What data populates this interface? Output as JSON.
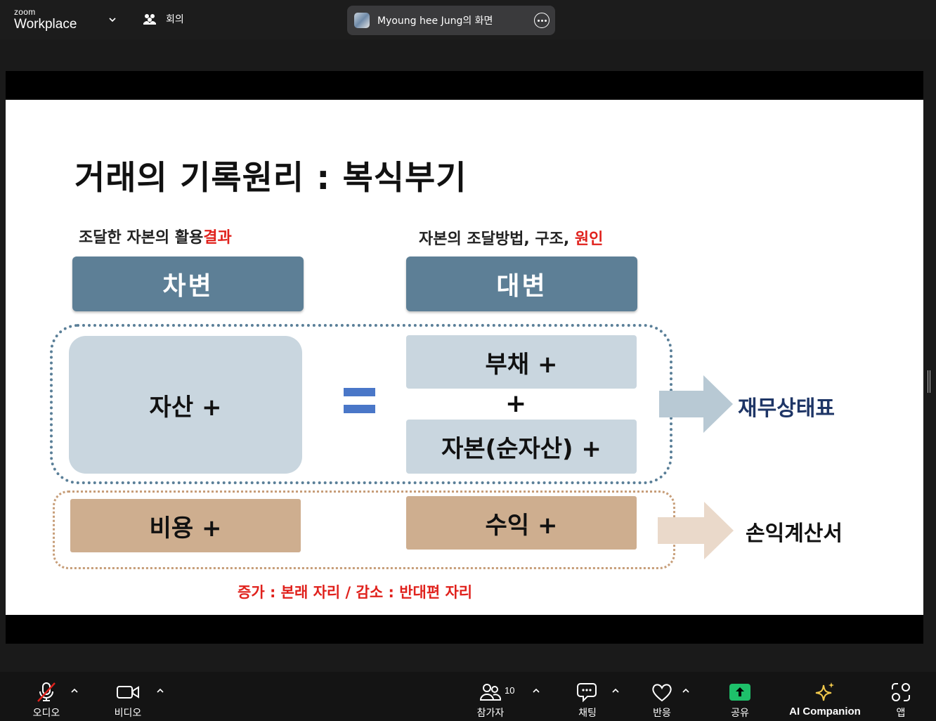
{
  "header": {
    "logo_small": "zoom",
    "logo_big": "Workplace",
    "meeting_label": "회의",
    "share_title": "Myoung hee Jung의 화면"
  },
  "slide": {
    "title": "거래의 기록원리 : 복식부기",
    "left_sub_prefix": "조달한 자본의 활용",
    "left_sub_highlight": "결과",
    "right_sub_prefix": "자본의 조달방법, 구조, ",
    "right_sub_highlight": "원인",
    "debit_label": "차변",
    "credit_label": "대변",
    "asset_label": "자산 +",
    "liability_label": "부채 +",
    "mid_plus": "+",
    "equity_label": "자본(순자산) +",
    "expense_label": "비용 +",
    "revenue_label": "수익 +",
    "balance_sheet_label": "재무상태표",
    "income_statement_label": "손익계산서",
    "note": "증가 : 본래 자리 / 감소 : 반대편 자리"
  },
  "colors": {
    "head_box": "#5d7f96",
    "light_box": "#c9d6df",
    "tan_box": "#ceae8f",
    "highlight_red": "#e0211c",
    "balance_sheet_text": "#1e3566",
    "share_green": "#1ec06a",
    "ai_star": "#f2c94c"
  },
  "toolbar": {
    "audio": "오디오",
    "video": "비디오",
    "participants": "참가자",
    "participants_count": "10",
    "chat": "채팅",
    "reactions": "반응",
    "share": "공유",
    "ai_companion": "AI Companion",
    "apps": "앱"
  },
  "icons": [
    "chevron-down-icon",
    "meeting-people-icon",
    "more-icon",
    "mic-muted-icon",
    "video-icon",
    "participants-icon",
    "chat-icon",
    "heart-icon",
    "share-screen-icon",
    "sparkle-icon",
    "apps-icon"
  ]
}
